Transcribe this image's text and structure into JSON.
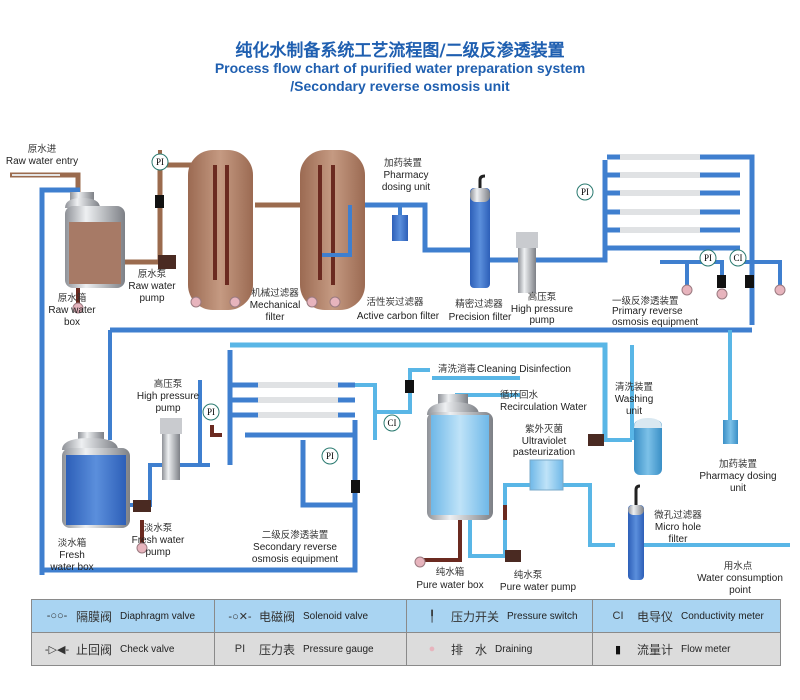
{
  "title": {
    "cn": "纯化水制备系统工艺流程图/二级反渗透装置",
    "en_line1": "Process flow chart of purified water preparation system",
    "en_line2": "/Secondary reverse osmosis unit"
  },
  "colors": {
    "title": "#1f5fb0",
    "raw_pipe": "#9b6b4e",
    "drain_pipe": "#6b2a20",
    "blue_pipe": "#3f7fcf",
    "light_pipe": "#59b6e6",
    "legend_row1": "#a9d4f2",
    "legend_row2": "#dcdcdc"
  },
  "labels": {
    "raw_water_entry": {
      "cn": "原水进",
      "en": "Raw water entry"
    },
    "raw_water_box": {
      "cn": "原水箱",
      "en1": "Raw water",
      "en2": "box"
    },
    "raw_water_pump": {
      "cn": "原水泵",
      "en1": "Raw water",
      "en2": "pump"
    },
    "mechanical_filter": {
      "cn": "机械过滤器",
      "en1": "Mechanical",
      "en2": "filter"
    },
    "active_carbon_filter": {
      "cn": "活性炭过滤器",
      "en": "Active carbon filter"
    },
    "pharmacy_dosing_top": {
      "cn": "加药装置",
      "en1": "Pharmacy",
      "en2": "dosing unit"
    },
    "precision_filter": {
      "cn": "精密过滤器",
      "en": "Precision filter"
    },
    "high_pressure_pump_top": {
      "cn": "高压泵",
      "en1": "High pressure",
      "en2": "pump"
    },
    "primary_ro": {
      "cn": "一级反渗透装置",
      "en1": "Primary reverse",
      "en2": "osmosis equipment"
    },
    "high_pressure_pump_bottom": {
      "cn": "高压泵",
      "en1": "High pressure",
      "en2": "pump"
    },
    "fresh_water_box": {
      "cn": "淡水箱",
      "en1": "Fresh",
      "en2": "water box"
    },
    "fresh_water_pump": {
      "cn": "淡水泵",
      "en1": "Fresh water",
      "en2": "pump"
    },
    "secondary_ro": {
      "cn": "二级反渗透装置",
      "en1": "Secondary reverse",
      "en2": "osmosis equipment"
    },
    "cleaning_disinfection": {
      "cn": "清洗消毒",
      "en": "Cleaning Disinfection"
    },
    "recirculation_water": {
      "cn": "循环回水",
      "en": "Recirculation Water"
    },
    "ultraviolet": {
      "cn": "紫外灭菌",
      "en1": "Ultraviolet",
      "en2": "pasteurization"
    },
    "washing_unit": {
      "cn": "清洗装置",
      "en1": "Washing",
      "en2": "unit"
    },
    "pharmacy_dosing_right": {
      "cn": "加药装置",
      "en1": "Pharmacy dosing",
      "en2": "unit"
    },
    "micro_hole_filter": {
      "cn": "微孔过滤器",
      "en1": "Micro hole",
      "en2": "filter"
    },
    "pure_water_box": {
      "cn": "纯水箱",
      "en": "Pure water box"
    },
    "pure_water_pump": {
      "cn": "纯水泵",
      "en": "Pure water pump"
    },
    "water_consumption": {
      "cn": "用水点",
      "en1": "Water consumption",
      "en2": "point"
    }
  },
  "gauges": {
    "pressure": "PI",
    "conductivity": "CI"
  },
  "legend": {
    "rows": [
      [
        {
          "icon": "diaphragm-valve",
          "sym": "-○○-",
          "cn": "隔膜阀",
          "en": "Diaphragm valve"
        },
        {
          "icon": "solenoid-valve",
          "sym": "-○✕-",
          "cn": "电磁阀",
          "en": "Solenoid valve"
        },
        {
          "icon": "pressure-switch",
          "sym": "╿",
          "cn": "压力开关",
          "en": "Pressure switch"
        },
        {
          "icon": "conductivity-meter",
          "sym": "CI",
          "cn": "电导仪",
          "en": "Conductivity meter"
        }
      ],
      [
        {
          "icon": "check-valve",
          "sym": "-▷◀-",
          "cn": "止回阀",
          "en": "Check valve"
        },
        {
          "icon": "pressure-gauge",
          "sym": "PI",
          "cn": "压力表",
          "en": "Pressure gauge"
        },
        {
          "icon": "draining",
          "sym": "●",
          "cn": "排　水",
          "en": "Draining"
        },
        {
          "icon": "flow-meter",
          "sym": "▮",
          "cn": "流量计",
          "en": "Flow meter"
        }
      ]
    ]
  }
}
